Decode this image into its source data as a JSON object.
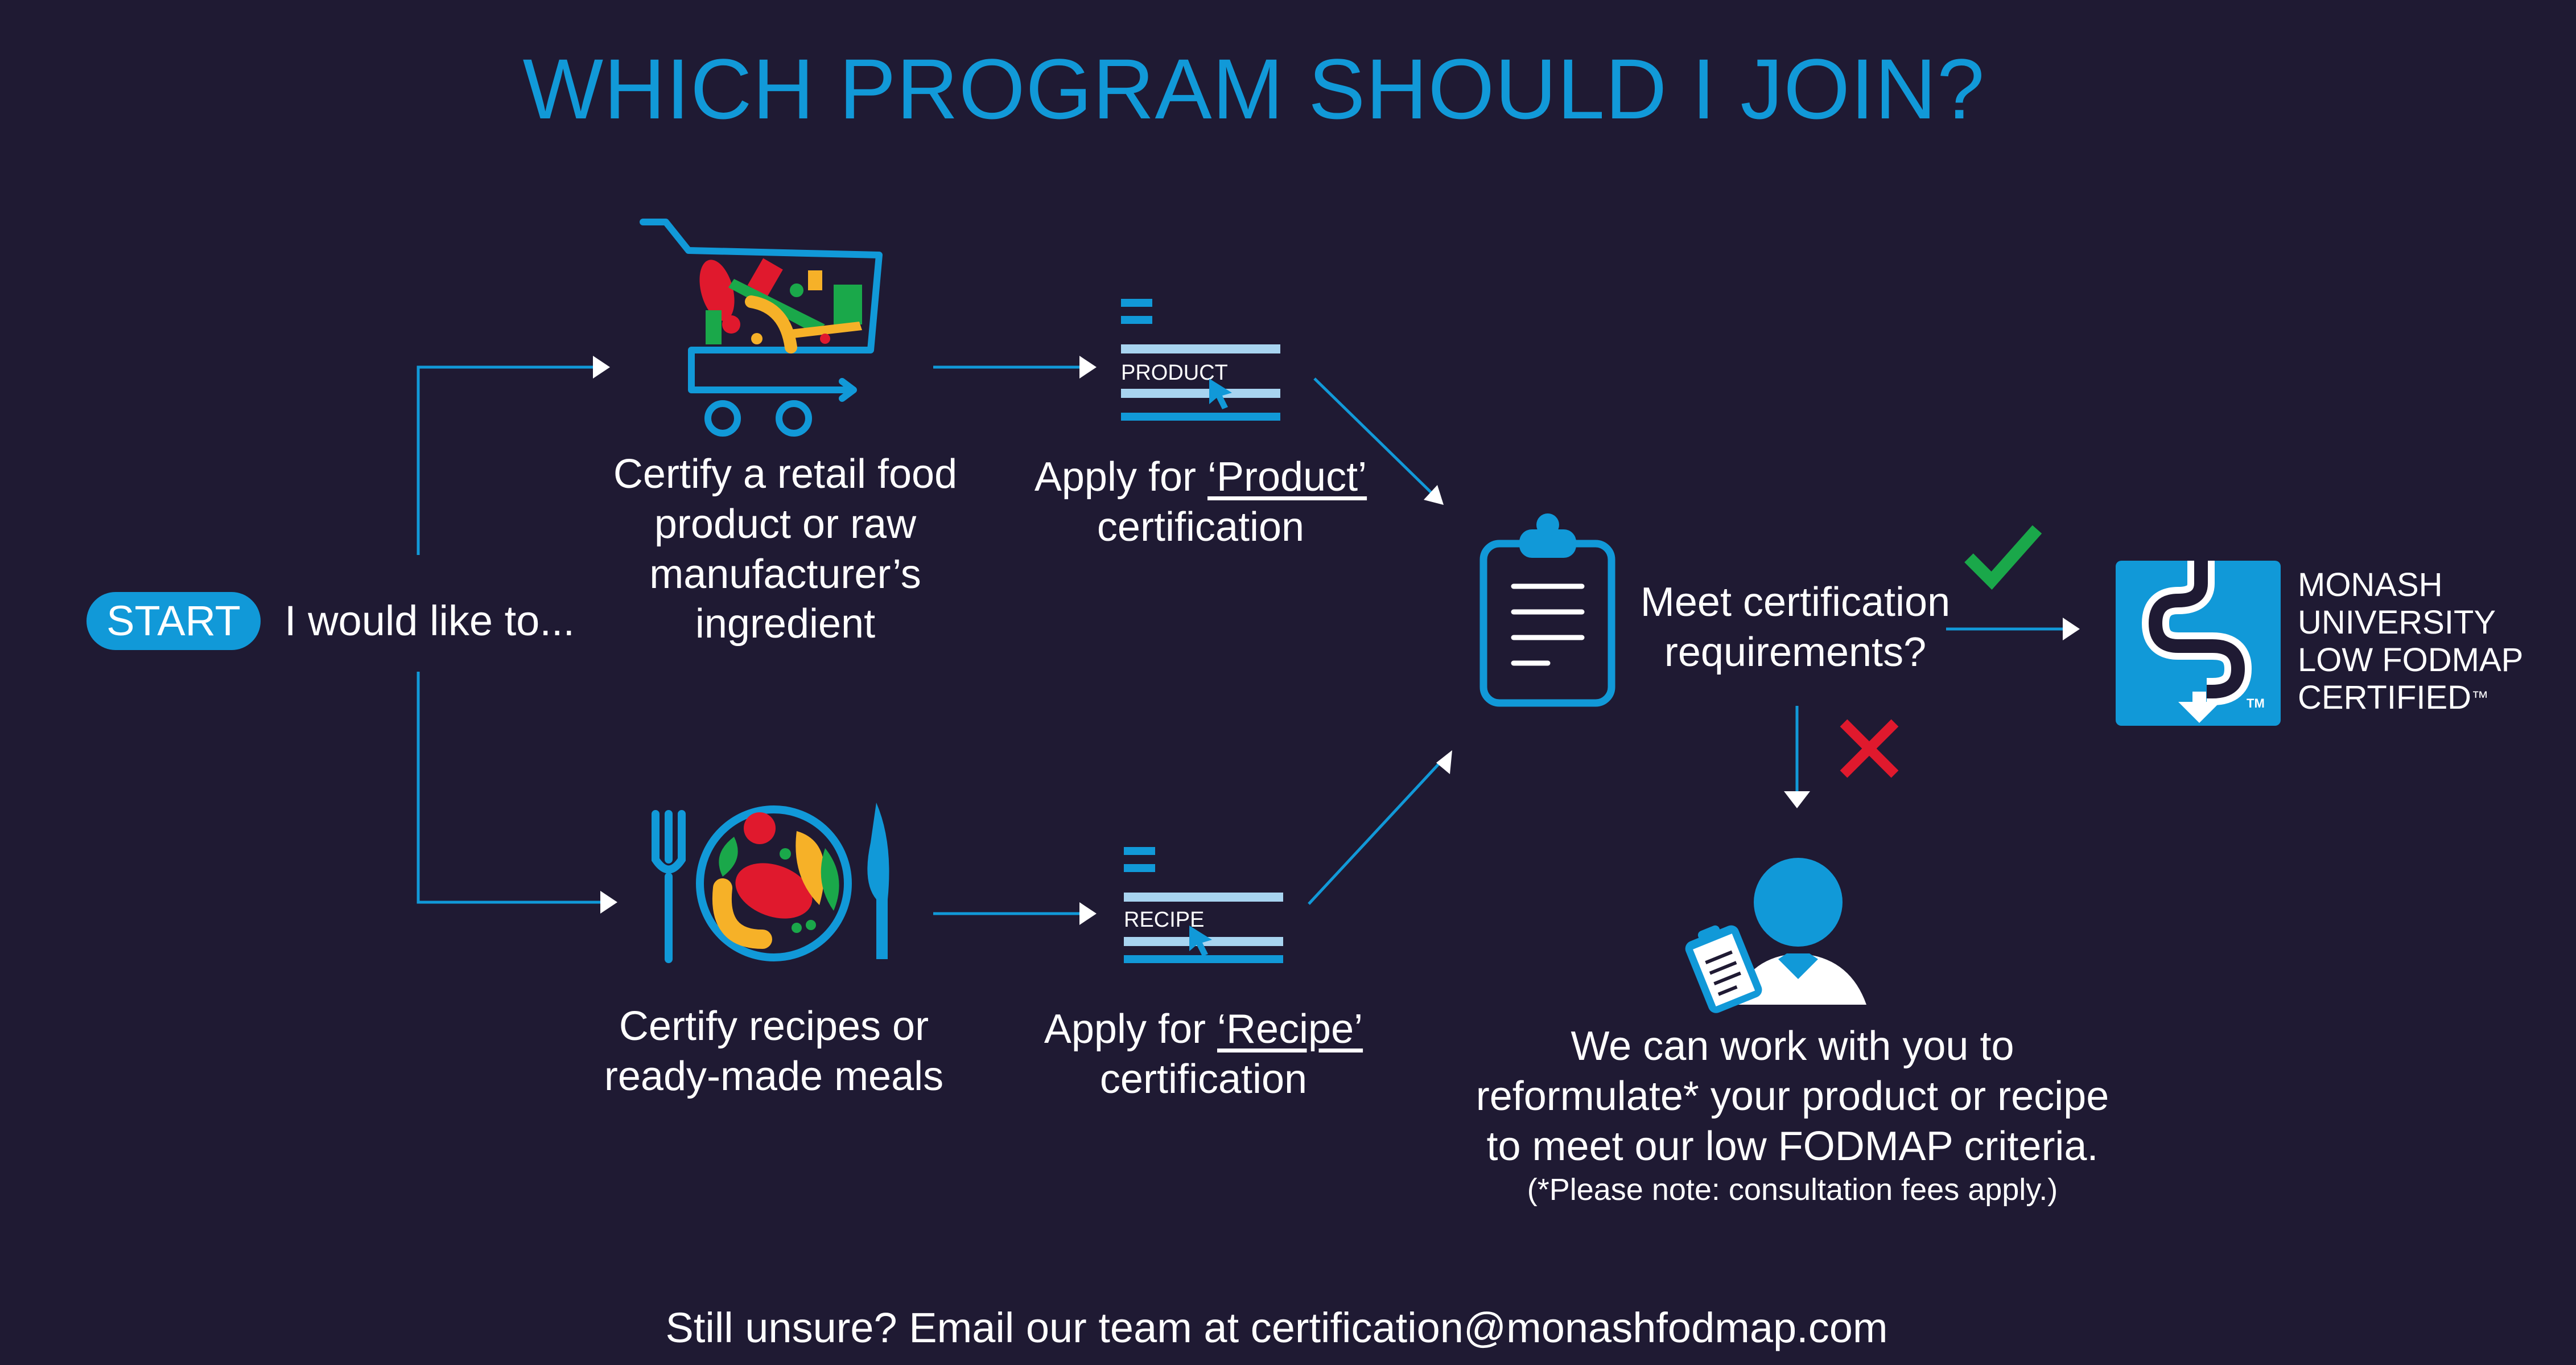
{
  "title": "WHICH PROGRAM SHOULD I JOIN?",
  "start": {
    "label": "START",
    "intro": "I would like to..."
  },
  "branches": {
    "product": {
      "certify_text": [
        "Certify a retail food",
        "product or raw",
        "manufacturer’s",
        "ingredient"
      ],
      "form_label": "PRODUCT",
      "apply_prefix": "Apply for ",
      "apply_link": "‘Product’",
      "apply_suffix": "certification"
    },
    "recipe": {
      "certify_text": [
        "Certify recipes or",
        "ready-made meals"
      ],
      "form_label": "RECIPE",
      "apply_prefix": "Apply for ",
      "apply_link": "‘Recipe’",
      "apply_suffix": "certification"
    }
  },
  "decision": {
    "question": [
      "Meet certification",
      "requirements?"
    ]
  },
  "certified_logo": {
    "lines": [
      "MONASH",
      "UNIVERSITY",
      "LOW FODMAP",
      "CERTIFIED"
    ],
    "tm": "™",
    "badge_tm": "TM"
  },
  "reformulate": {
    "lines": [
      "We can work with you to",
      "reformulate* your product or recipe",
      "to meet our low FODMAP criteria."
    ],
    "note": "(*Please note: consultation fees apply.)"
  },
  "footer": "Still unsure? Email our team at certification@monashfodmap.com",
  "colors": {
    "background": "#1f1a33",
    "accent": "#1199d8",
    "check": "#1aa84a",
    "cross": "#e0192d",
    "text": "#ffffff"
  },
  "icons": [
    "shopping-cart-icon",
    "plate-with-cutlery-icon",
    "product-form-icon",
    "recipe-form-icon",
    "clipboard-icon",
    "checkmark-icon",
    "cross-icon",
    "consultant-icon",
    "low-fodmap-certified-logo"
  ]
}
